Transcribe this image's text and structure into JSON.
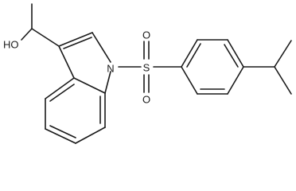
{
  "molecule": {
    "atoms": {
      "hydroxyl": "HO",
      "nitrogen": "N",
      "sulfur": "S",
      "oxygen_top": "O",
      "oxygen_bottom": "O"
    }
  },
  "colors": {
    "bond": "#1a1a1a",
    "background": "#ffffff"
  }
}
